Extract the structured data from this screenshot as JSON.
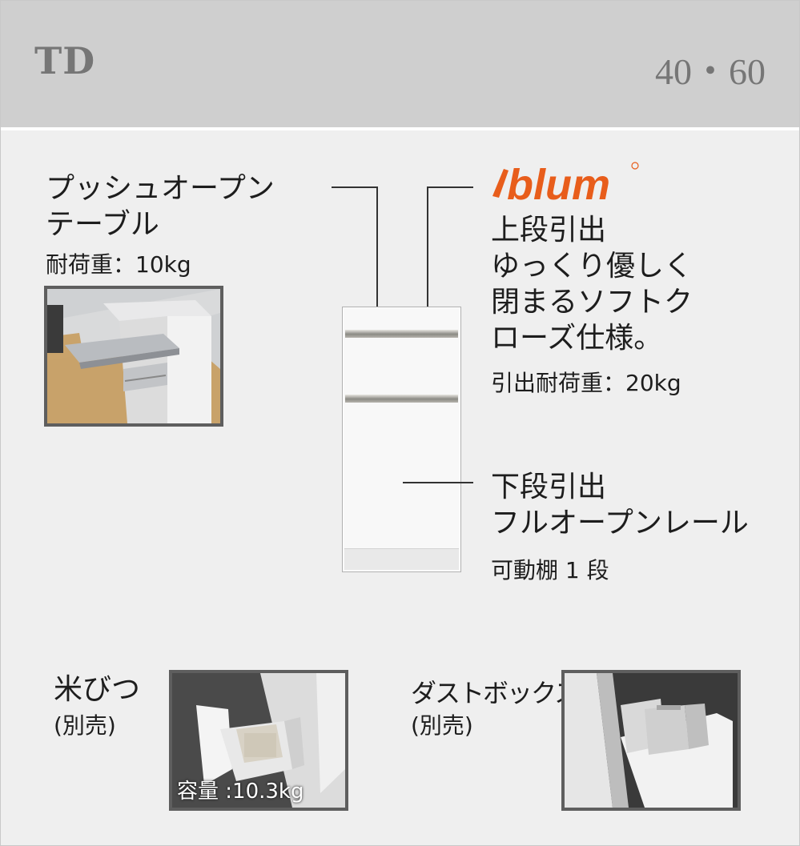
{
  "header": {
    "model": "TD",
    "sizes": "40・60"
  },
  "push_open": {
    "title_line1": "プッシュオープン",
    "title_line2": "テーブル",
    "load": "耐荷重：10kg"
  },
  "upper": {
    "brand": "blum",
    "lines": [
      "上段引出",
      "ゆっくり優しく",
      "閉まるソフトク",
      "ローズ仕様。"
    ],
    "load": "引出耐荷重：20kg"
  },
  "lower": {
    "lines": [
      "下段引出",
      "フルオープンレール"
    ],
    "shelf": "可動棚 1 段"
  },
  "rice": {
    "line1": "米びつ",
    "line2": "(別売)",
    "capacity": "容量 :10.3kg"
  },
  "dust": {
    "line1": "ダストボックス",
    "line2": "(別売)"
  },
  "colors": {
    "brand_orange": "#e85d1b",
    "header_bg": "#cfcfcf",
    "panel_bg": "#efefef"
  }
}
